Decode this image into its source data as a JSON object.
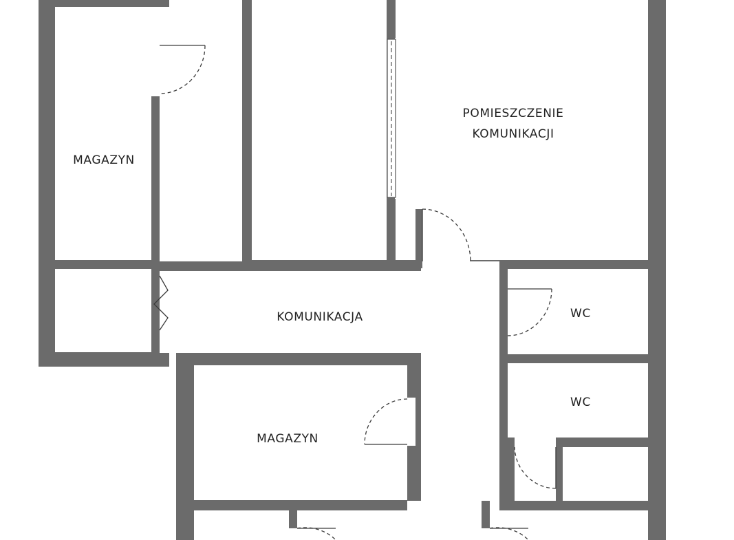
{
  "rooms": {
    "magazyn_top": "MAGAZYN",
    "pomieszczenie_line1": "POMIESZCZENIE",
    "pomieszczenie_line2": "KOMUNIKACJI",
    "komunikacja": "KOMUNIKACJA",
    "wc_upper": "WC",
    "wc_lower": "WC",
    "magazyn_bottom": "MAGAZYN"
  },
  "colors": {
    "wall": "#6b6b6b",
    "background": "#ffffff",
    "text": "#222222"
  }
}
